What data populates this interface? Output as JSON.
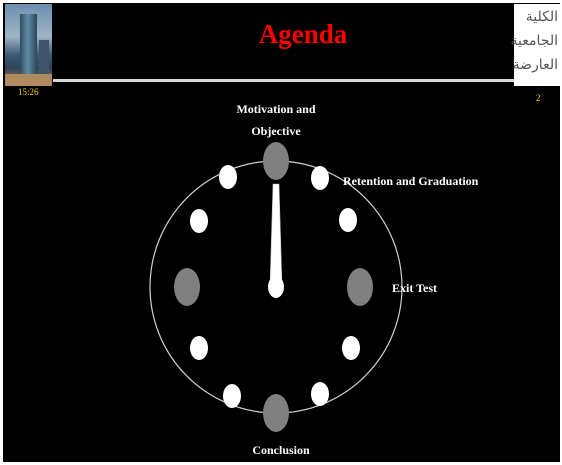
{
  "slide": {
    "title": "Agenda",
    "time": "15:26",
    "page_number": "2",
    "logo_lines": [
      "الكلية",
      "الجامعية",
      "العارضة"
    ],
    "title_color": "#ff0000",
    "background_color": "#000000",
    "accent_color": "#ffd700"
  },
  "agenda": {
    "items": [
      {
        "line1": "Motivation and",
        "line2": "Objective"
      },
      {
        "line1": "Retention and Graduation"
      },
      {
        "line1": "Exit Test"
      },
      {
        "line1": "Conclusion"
      }
    ],
    "marker_colors": {
      "major": "#808080",
      "minor": "#ffffff",
      "hand": "#ffffff"
    }
  }
}
